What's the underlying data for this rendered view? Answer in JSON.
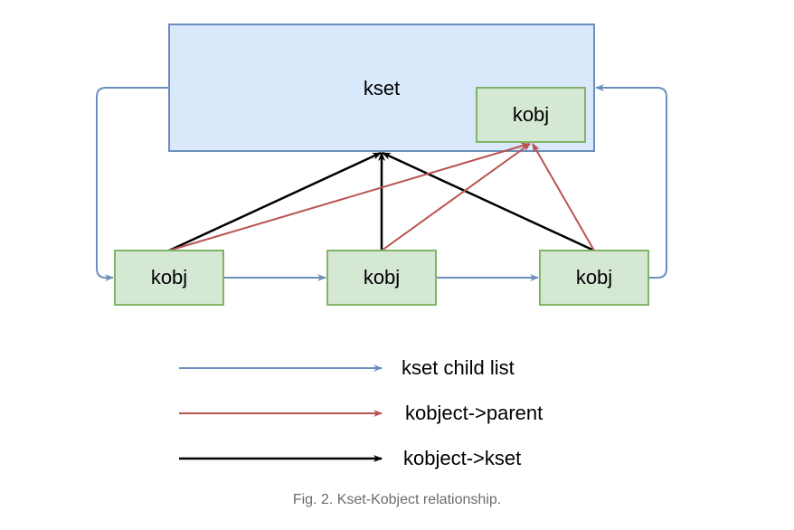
{
  "nodes": {
    "kset": "kset",
    "inner_kobj": "kobj",
    "kobj_left": "kobj",
    "kobj_middle": "kobj",
    "kobj_right": "kobj"
  },
  "legend": {
    "child_list": "kset child list",
    "parent": "kobject->parent",
    "kset_ref": "kobject->kset"
  },
  "caption": "Fig. 2. Kset-Kobject relationship.",
  "colors": {
    "blue_line": "#6c8ebf",
    "red_line": "#b85450",
    "black_line": "#000000",
    "kset_fill": "#dae8fc",
    "kset_stroke": "#6c8ebf",
    "kobj_fill": "#d5e8d4",
    "kobj_stroke": "#82b366"
  }
}
